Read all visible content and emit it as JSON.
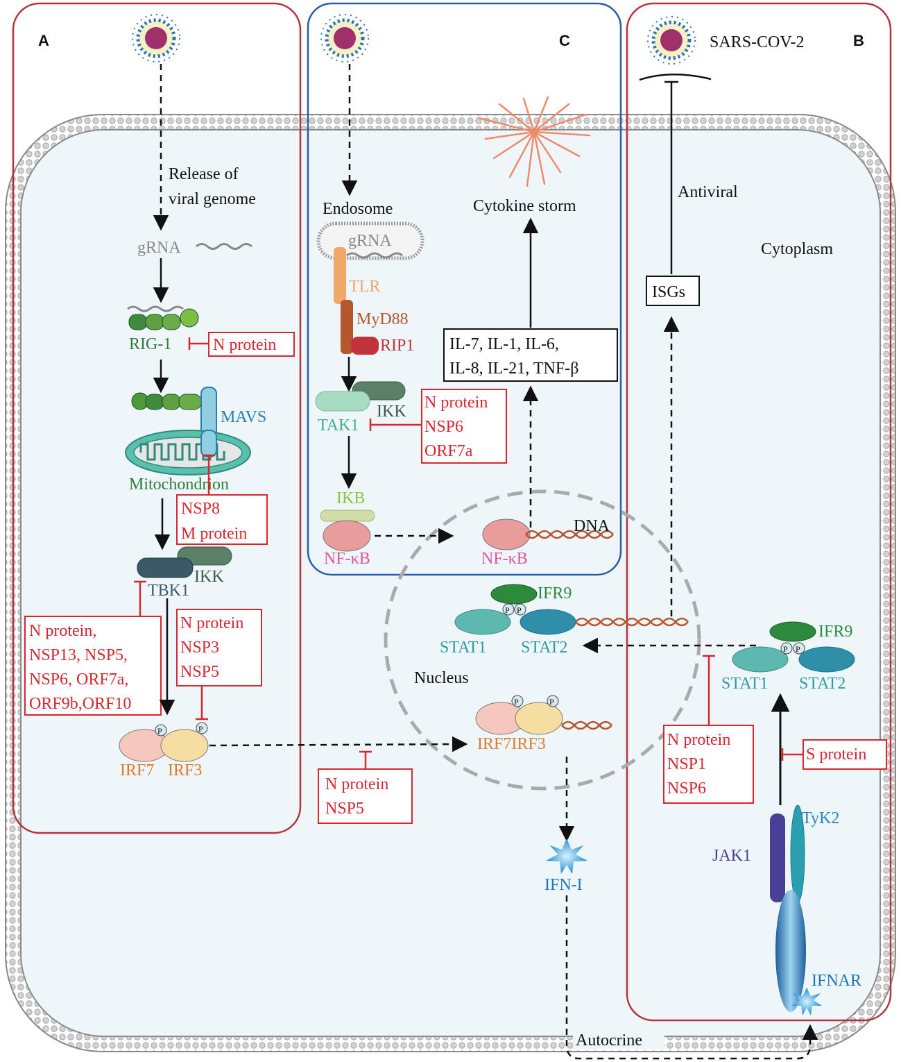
{
  "panels": {
    "a": "A",
    "b": "B",
    "c": "C"
  },
  "virus_label": "SARS-COV-2",
  "compartments": {
    "cytoplasm": "Cytoplasm",
    "nucleus": "Nucleus",
    "endosome": "Endosome",
    "mitochondrion": "Mitochondrion"
  },
  "pathway_a": {
    "release_line1": "Release of",
    "release_line2": "viral genome",
    "grna": "gRNA",
    "rig1": "RIG-1",
    "mavs": "MAVS",
    "tbk1": "TBK1",
    "ikk": "IKK",
    "irf7": "IRF7",
    "irf3": "IRF3",
    "phospho": "P"
  },
  "pathway_c": {
    "grna": "gRNA",
    "tlr": "TLR",
    "myd88": "MyD88",
    "rip1": "RIP1",
    "tak1": "TAK1",
    "ikk": "IKK",
    "ikb": "IKB",
    "nfkb": "NF-κB",
    "dna": "DNA",
    "cytokine_storm": "Cytokine storm",
    "cytokines_line1": "IL-7, IL-1, IL-6,",
    "cytokines_line2": "IL-8, IL-21, TNF-β"
  },
  "pathway_b": {
    "antiviral": "Antiviral",
    "isgs": "ISGs",
    "ifr9": "IFR9",
    "stat1": "STAT1",
    "stat2": "STAT2",
    "jak1": "JAK1",
    "tyk2": "TyK2",
    "ifnar": "IFNAR",
    "ifn1": "IFN-I",
    "autocrine": "Autocrine",
    "irf7irf3": "IRF7IRF3"
  },
  "inhibitors": {
    "rig1": [
      "N protein"
    ],
    "mavs": [
      "NSP8",
      "M protein"
    ],
    "tbk1": [
      "N protein,",
      "NSP13, NSP5,",
      "NSP6, ORF7a,",
      "ORF9b,ORF10"
    ],
    "irf3": [
      "N protein",
      "NSP3",
      "NSP5"
    ],
    "tak1": [
      "N protein",
      "NSP6",
      "ORF7a"
    ],
    "translocation": [
      "N protein",
      "NSP5"
    ],
    "stat_nuclear": [
      "N protein",
      "NSP1",
      "NSP6"
    ],
    "jak": [
      "S protein"
    ]
  },
  "colors": {
    "inhibitor_red": "#d9262f",
    "panel_red": "#b5323a",
    "panel_blue": "#2a5caa",
    "cytoplasm_fill": "#eef6fa",
    "green_dark": "#2f7a3a",
    "teal": "#2e9aaa",
    "orange": "#e07a2c",
    "pink": "#e0559a",
    "navy": "#1f75b8"
  }
}
